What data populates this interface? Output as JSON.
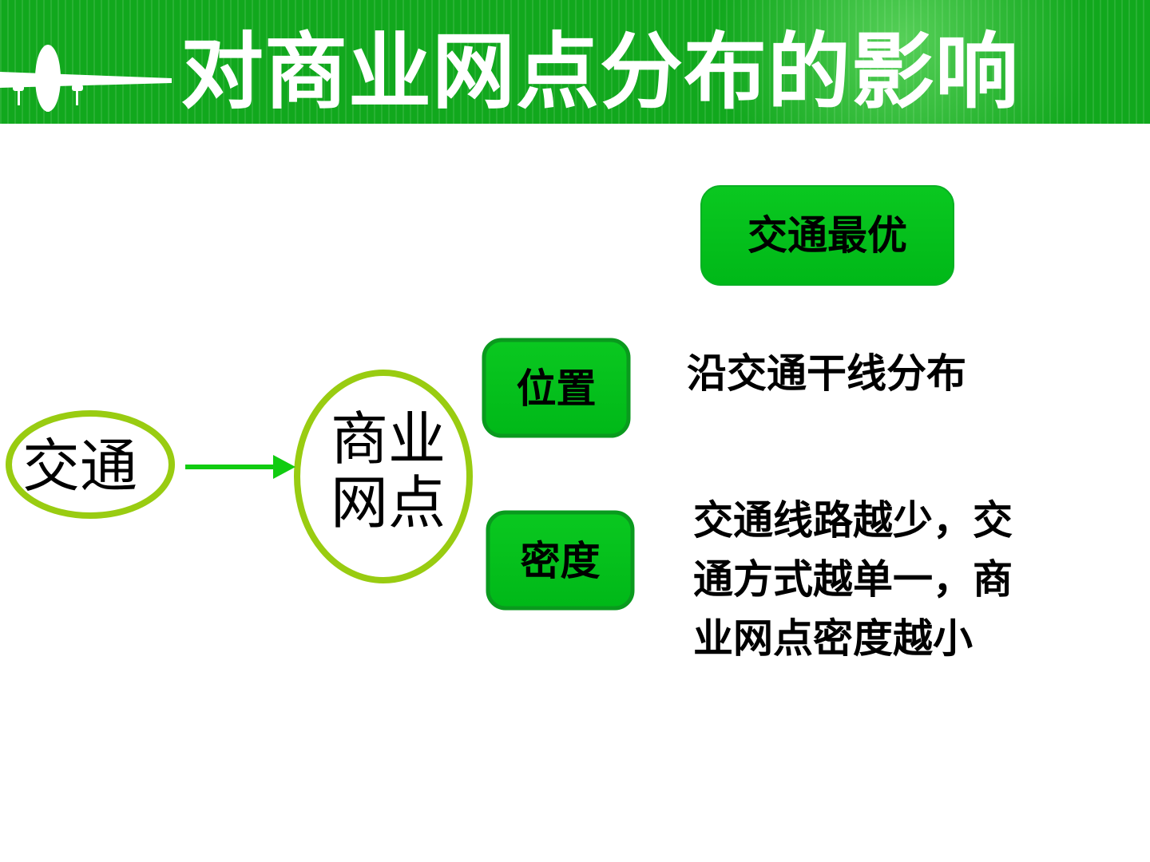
{
  "header": {
    "title": "对商业网点分布的影响",
    "logo_icon": "airplane-icon",
    "colors": {
      "band": "#11a81d",
      "title": "#ffffff"
    }
  },
  "diagram": {
    "node_traffic": "交通",
    "node_business_line1": "商业",
    "node_business_line2": "网点",
    "box_best": "交通最优",
    "box_position": "位置",
    "box_density": "密度",
    "text_position": "沿交通干线分布",
    "text_density_line1": "交通线路越少，交",
    "text_density_line2": "通方式越单一，商",
    "text_density_line3": "业网点密度越小",
    "colors": {
      "box_fill": "#00c21a",
      "box_border": "#0a9a1e",
      "ellipse_stroke": "#99cc11",
      "arrow": "#11cc11"
    }
  }
}
